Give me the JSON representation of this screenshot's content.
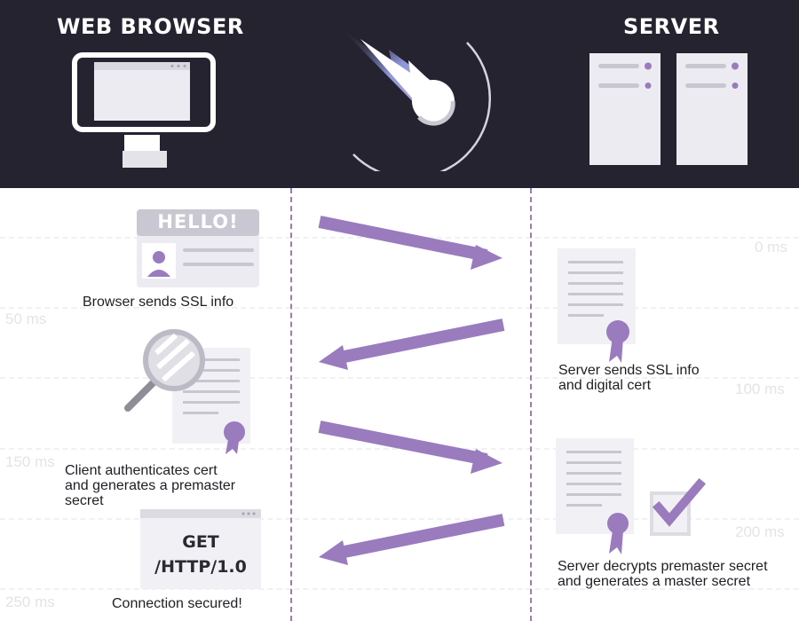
{
  "header": {
    "left_title": "WEB BROWSER",
    "right_title": "SERVER"
  },
  "timeline": {
    "left_labels": [
      "50 ms",
      "150 ms",
      "250 ms"
    ],
    "right_labels": [
      "0 ms",
      "100 ms",
      "200 ms"
    ]
  },
  "steps": {
    "hello_card_text": "HELLO!",
    "browser_sends": "Browser sends SSL info",
    "server_sends": "Server sends SSL info\nand digital cert",
    "client_auth": "Client authenticates cert\nand generates a premaster\nsecret",
    "server_decrypts": "Server decrypts premaster secret\nand generates a master secret",
    "get_text": "GET\n/HTTP/1.0",
    "connection": "Connection secured!"
  },
  "colors": {
    "header_bg": "#25232f",
    "accent_purple": "#9a7bbd",
    "card_gray": "#f1f0f4",
    "line_gray": "#d7d6de"
  },
  "icons": [
    "monitor-icon",
    "server-icon",
    "comet-icon",
    "user-icon",
    "magnifier-icon",
    "ribbon-seal-icon",
    "checkmark-icon",
    "document-icon",
    "arrow-icon"
  ]
}
